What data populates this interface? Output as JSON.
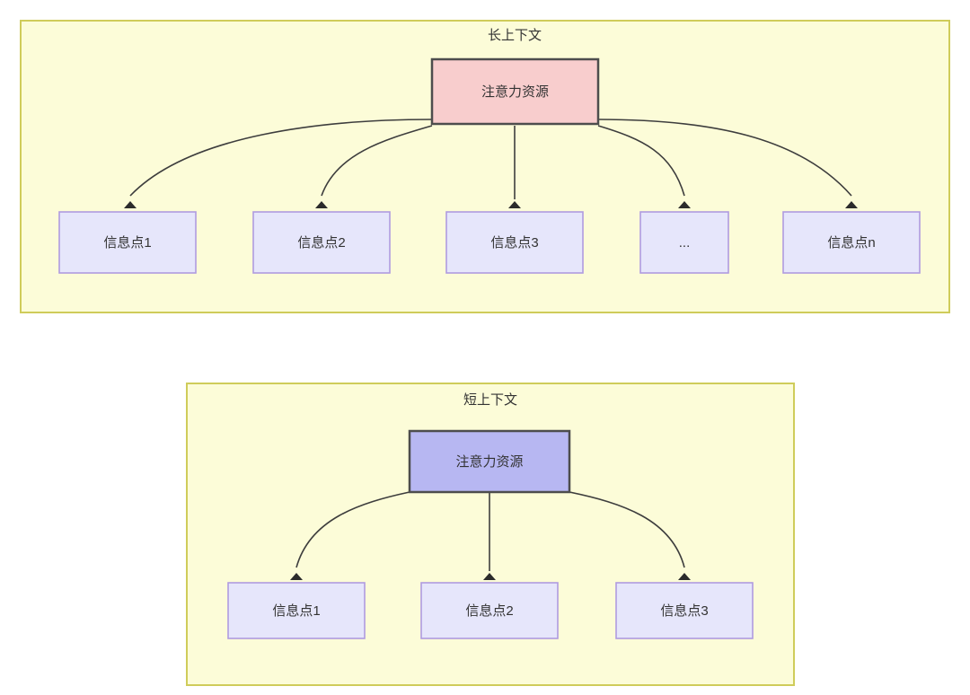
{
  "diagram": {
    "type": "node-edge-diagram",
    "background_color": "#ffffff",
    "panel_fill": "#fcfcd8",
    "panel_stroke": "#cfcc5a",
    "edge_color": "#3d3d3d",
    "panels": [
      {
        "id": "long-context",
        "title": "长上下文",
        "root": {
          "label": "注意力资源",
          "fill": "#f8cdcd",
          "stroke": "#4d4d4d"
        },
        "children": [
          {
            "label": "信息点1",
            "fill": "#e6e6fb",
            "stroke": "#b09be0"
          },
          {
            "label": "信息点2",
            "fill": "#e6e6fb",
            "stroke": "#b09be0"
          },
          {
            "label": "信息点3",
            "fill": "#e6e6fb",
            "stroke": "#b09be0"
          },
          {
            "label": "...",
            "fill": "#e6e6fb",
            "stroke": "#b09be0"
          },
          {
            "label": "信息点n",
            "fill": "#e6e6fb",
            "stroke": "#b09be0"
          }
        ]
      },
      {
        "id": "short-context",
        "title": "短上下文",
        "root": {
          "label": "注意力资源",
          "fill": "#b7b7f2",
          "stroke": "#4d4d4d"
        },
        "children": [
          {
            "label": "信息点1",
            "fill": "#e6e6fb",
            "stroke": "#b09be0"
          },
          {
            "label": "信息点2",
            "fill": "#e6e6fb",
            "stroke": "#b09be0"
          },
          {
            "label": "信息点3",
            "fill": "#e6e6fb",
            "stroke": "#b09be0"
          }
        ]
      }
    ]
  }
}
